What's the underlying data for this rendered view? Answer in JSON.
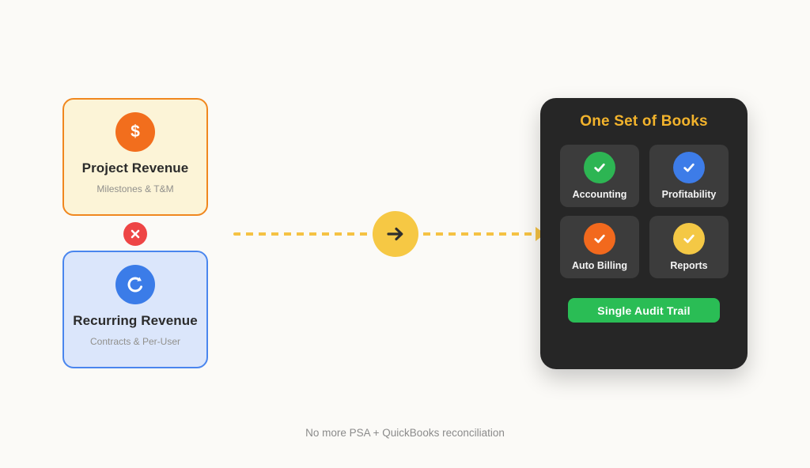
{
  "colors": {
    "page_bg": "#FBFAF7",
    "project_card_bg": "#FCF4D7",
    "project_card_border": "#F0871E",
    "project_icon_orange": "#F26E1D",
    "recurring_card_bg": "#DBE6FB",
    "recurring_card_border": "#4A86EE",
    "recurring_icon_blue": "#3B7CE8",
    "conflict_red": "#EE4545",
    "flow_yellow": "#F5C243",
    "flow_circle_yellow": "#F6C844",
    "panel_bg": "#262626",
    "panel_title_gold": "#F2B32C",
    "tile_bg": "#3C3C3C",
    "tile_green": "#2DB553",
    "tile_blue": "#3D7CE8",
    "tile_orange": "#F2691D",
    "tile_yellow": "#F4C845",
    "audit_button_green": "#2ABD55",
    "caption_gray": "#8B8B8B"
  },
  "source_cards": {
    "project": {
      "title": "Project Revenue",
      "subtitle": "Milestones & T&M",
      "icon": "dollar-icon",
      "icon_glyph": "$",
      "color": "#F26E1D"
    },
    "recurring": {
      "title": "Recurring Revenue",
      "subtitle": "Contracts & Per-User",
      "icon": "refresh-icon",
      "color": "#3B7CE8"
    }
  },
  "conflict_badge": {
    "icon": "x-icon",
    "color": "#EE4545"
  },
  "flow": {
    "icon": "arrow-right-icon",
    "color": "#F6C844"
  },
  "books_panel": {
    "title": "One Set of Books",
    "title_color": "#F2B32C",
    "tiles": [
      {
        "label": "Accounting",
        "icon": "check-icon",
        "color": "#2DB553"
      },
      {
        "label": "Profitability",
        "icon": "check-icon",
        "color": "#3D7CE8"
      },
      {
        "label": "Auto Billing",
        "icon": "check-icon",
        "color": "#F2691D"
      },
      {
        "label": "Reports",
        "icon": "check-icon",
        "color": "#F4C845"
      }
    ],
    "button_label": "Single Audit Trail",
    "button_color": "#2ABD55"
  },
  "caption": "No more PSA + QuickBooks reconciliation"
}
